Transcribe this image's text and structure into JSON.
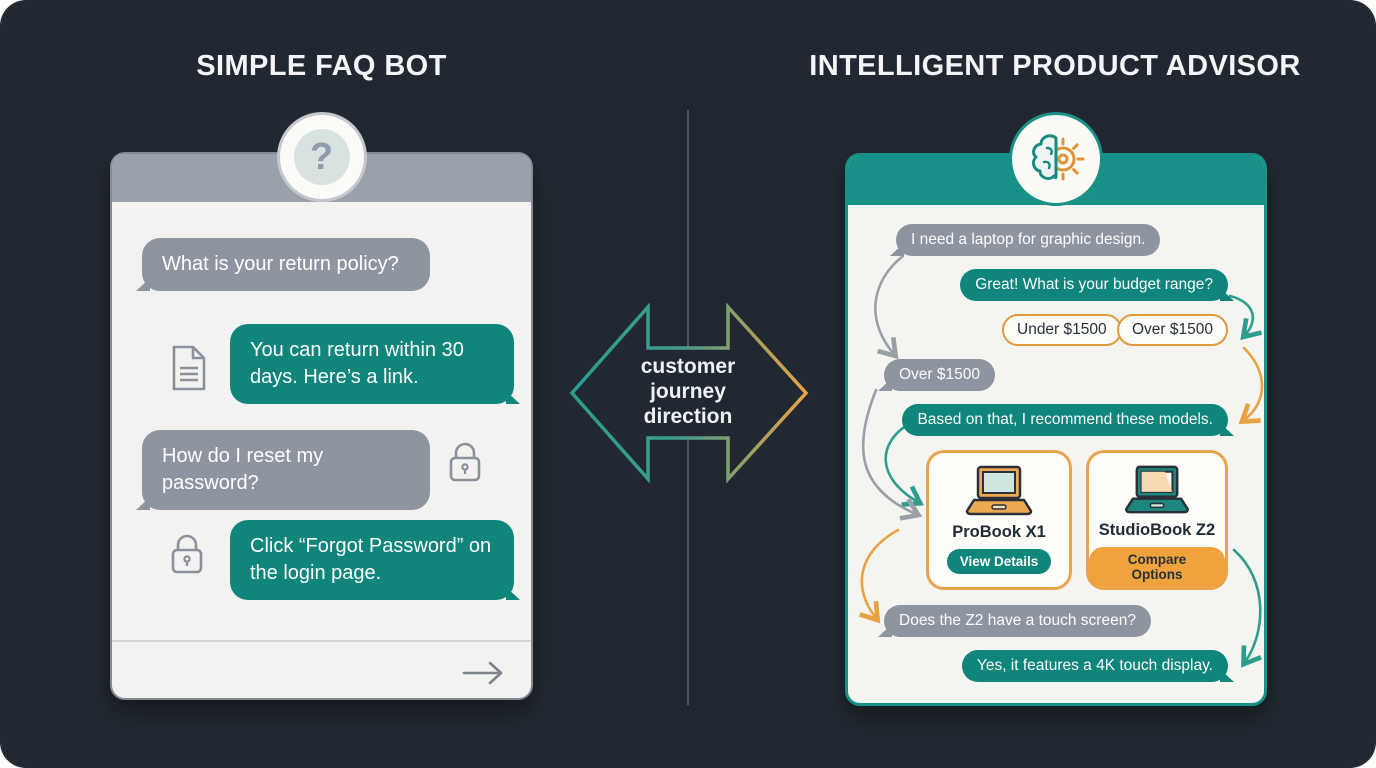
{
  "page": {
    "background": "#222831",
    "shape": "rounded-dark-canvas"
  },
  "center": {
    "lines": [
      "customer",
      "journey",
      "direction"
    ],
    "arrow_icon": "double-headed-arrow-icon",
    "divider_icon": "vertical-divider-line",
    "gradient": [
      "#2a9d8f",
      "#e9a242"
    ]
  },
  "left": {
    "title": "SIMPLE FAQ BOT",
    "badge": {
      "icon": "question-mark-icon",
      "glyph": "?"
    },
    "messages": [
      {
        "role": "user",
        "text": "What is your return policy?"
      },
      {
        "role": "bot",
        "text": "You can return within 30 days. Here’s a link.",
        "icon": "document-icon"
      },
      {
        "role": "user",
        "text": "How do I reset my password?",
        "icon": "lock-icon"
      },
      {
        "role": "bot",
        "text": "Click “Forgot Password” on the login page.",
        "icon": "lock-icon"
      }
    ],
    "composer": {
      "send_icon": "send-arrow-icon"
    }
  },
  "right": {
    "title": "INTELLIGENT PRODUCT ADVISOR",
    "badge": {
      "icon": "brain-gear-icon"
    },
    "messages": [
      {
        "role": "user",
        "text": "I need a laptop for graphic design."
      },
      {
        "role": "bot",
        "text": "Great! What is your budget range?"
      },
      {
        "role": "user",
        "text": "Over $1500"
      },
      {
        "role": "bot",
        "text": "Based on that, I recommend these models."
      },
      {
        "role": "user",
        "text": "Does the Z2 have a touch screen?"
      },
      {
        "role": "bot",
        "text": "Yes, it features a 4K touch display."
      }
    ],
    "quick_replies": [
      {
        "label": "Under $1500"
      },
      {
        "label": "Over $1500"
      }
    ],
    "products": [
      {
        "name": "ProBook X1",
        "cta": "View Details",
        "icon": "laptop-orange-icon"
      },
      {
        "name": "StudioBook Z2",
        "cta": "Compare Options",
        "icon": "laptop-teal-icon"
      }
    ]
  },
  "colors": {
    "background": "#222831",
    "panel_body": "#f3f3f1",
    "teal_bubble": "#0f857b",
    "teal_header": "#179087",
    "gray_bubble": "#8f95a0",
    "gray_header": "#9ba1ac",
    "orange_accent": "#e9a242",
    "divider": "#51575f",
    "flow_arrow_gray": "#9aa0a8",
    "flow_arrow_teal": "#2f9d8e",
    "flow_arrow_orange": "#e9a242"
  }
}
